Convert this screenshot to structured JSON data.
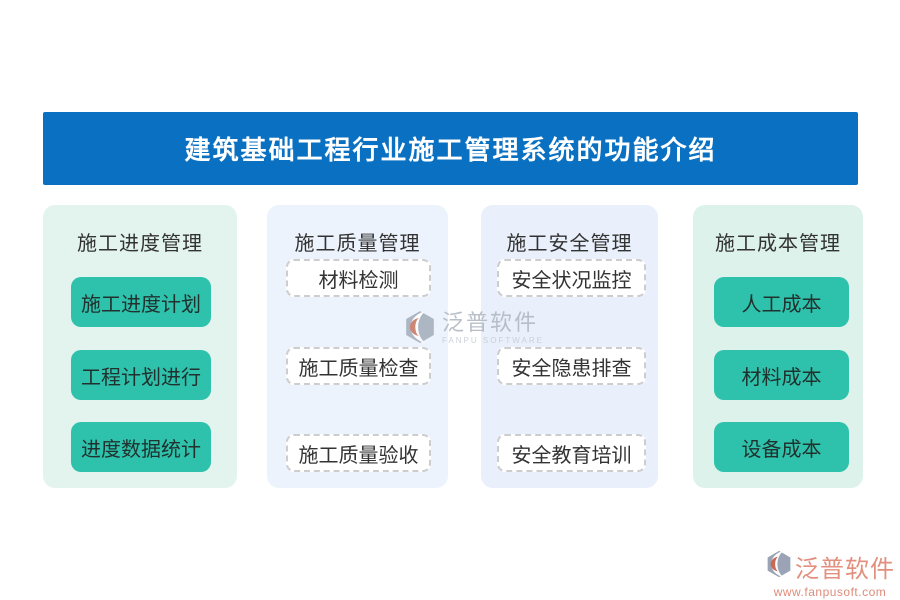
{
  "banner": {
    "title": "建筑基础工程行业施工管理系统的功能介绍"
  },
  "columns": [
    {
      "header": "施工进度管理",
      "variant": "solid",
      "items": [
        "施工进度计划",
        "工程计划进行",
        "进度数据统计"
      ]
    },
    {
      "header": "施工质量管理",
      "variant": "dashed",
      "items": [
        "材料检测",
        "施工质量检查",
        "施工质量验收"
      ]
    },
    {
      "header": "施工安全管理",
      "variant": "dashed",
      "items": [
        "安全状况监控",
        "安全隐患排查",
        "安全教育培训"
      ]
    },
    {
      "header": "施工成本管理",
      "variant": "solid",
      "items": [
        "人工成本",
        "材料成本",
        "设备成本"
      ]
    }
  ],
  "watermark": {
    "brand": "泛普软件",
    "tagline": "FANPU SOFTWARE"
  },
  "footer_logo": {
    "brand": "泛普软件",
    "website": "www.fanpusoft.com"
  },
  "colors": {
    "banner_blue": "#0a70c2",
    "solid_item_teal": "#2ec2ac",
    "mint_column_bg": "#e3f4ee",
    "blue_column_bg": "#edf3fc",
    "watermark_gray": "#b5bcc6",
    "logo_salmon": "#e28f7e"
  }
}
